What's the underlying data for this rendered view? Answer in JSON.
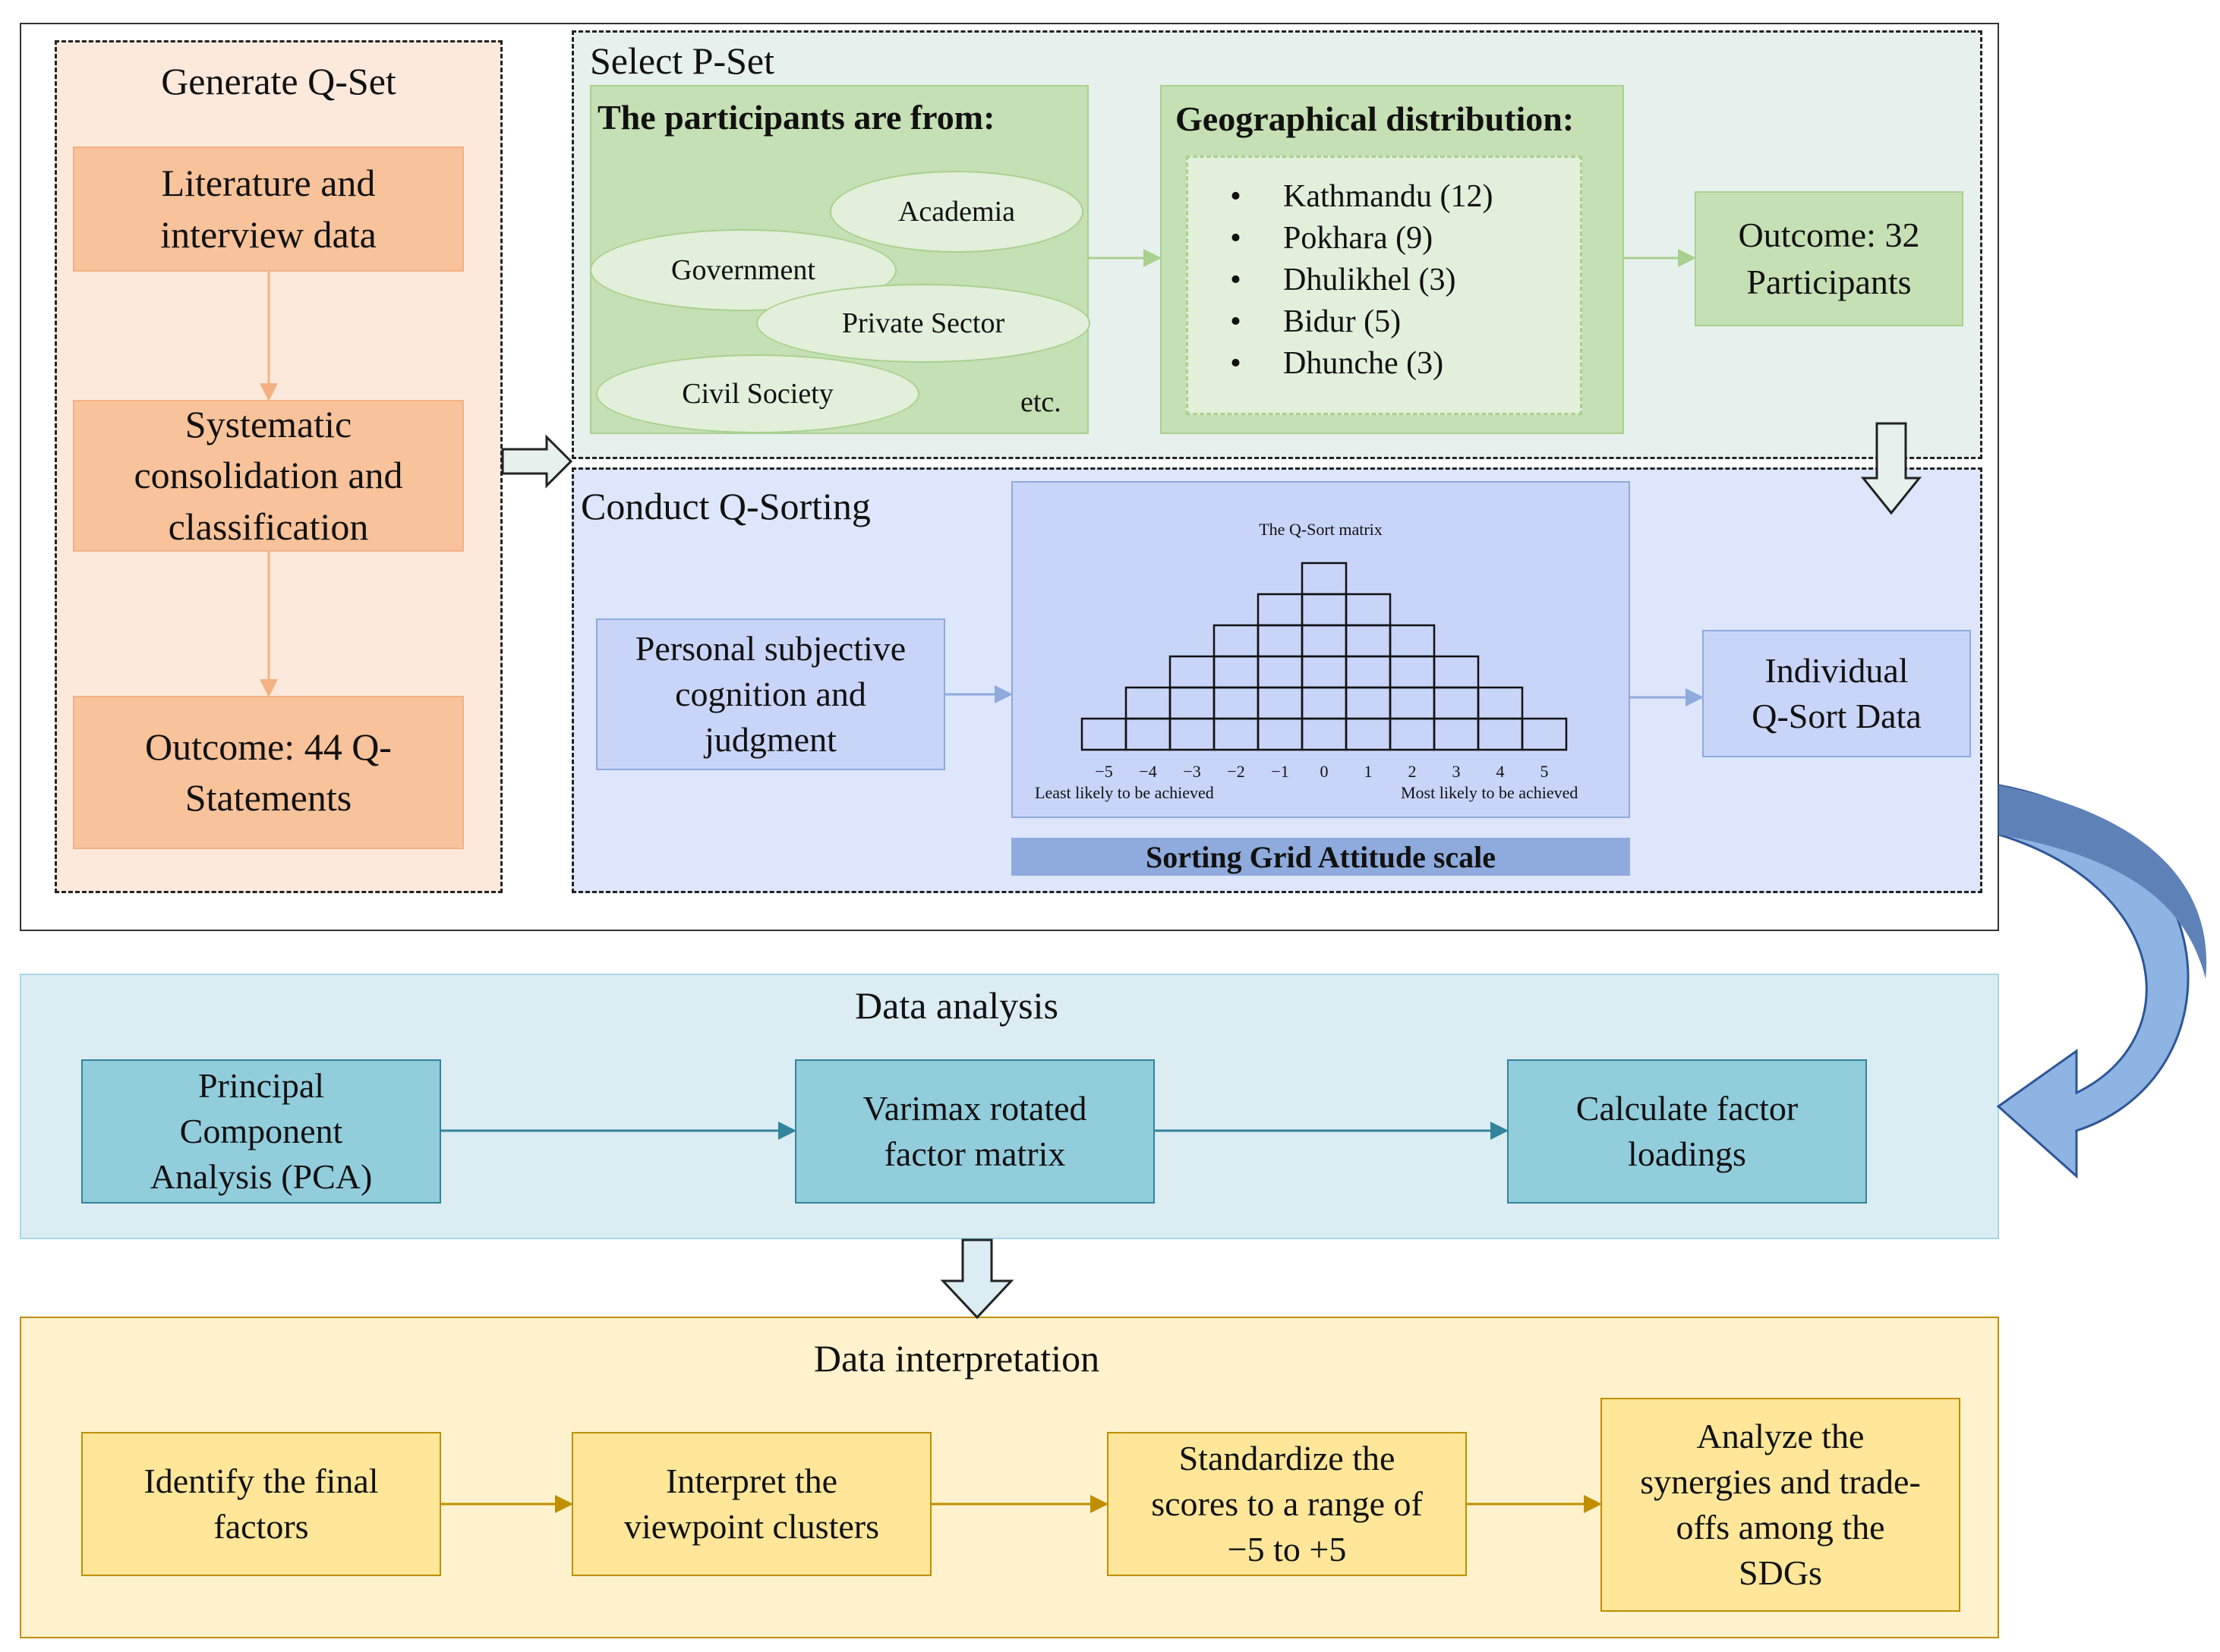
{
  "colors": {
    "qset_bg": "#fce9dc",
    "qset_box": "#f8c29a",
    "qset_border": "#f4b183",
    "qset_arrow": "#f4b183",
    "pset_bg": "#e6f1ee",
    "pset_box": "#c5e0b4",
    "pset_border": "#a9d08e",
    "pset_inner": "#e2efda",
    "sort_bg": "#dde6fb",
    "sort_box": "#c8d5f8",
    "sort_border": "#8faadc",
    "sort_bar": "#8faadc",
    "analysis_bg": "#dbedf3",
    "analysis_box": "#92cddc",
    "analysis_border": "#31849b",
    "interp_bg": "#fff2cc",
    "interp_box": "#ffe699",
    "interp_border": "#bf8f00",
    "curve_dark": "#5e82b8",
    "curve_light": "#8db4e2"
  },
  "qset": {
    "title": "Generate Q-Set",
    "step1": "Literature and\ninterview data",
    "step2": "Systematic\nconsolidation and\nclassification",
    "outcome": "Outcome: 44 Q-\nStatements"
  },
  "pset": {
    "title": "Select P-Set",
    "participants_heading": "The participants are from:",
    "sectors": [
      "Academia",
      "Government",
      "Private Sector",
      "Civil Society"
    ],
    "etc": "etc.",
    "geo_heading": "Geographical distribution:",
    "locations": [
      "Kathmandu (12)",
      "Pokhara (9)",
      "Dhulikhel (3)",
      "Bidur (5)",
      "Dhunche (3)"
    ],
    "bullet": "•",
    "outcome": "Outcome: 32\nParticipants"
  },
  "sorting": {
    "title": "Conduct Q-Sorting",
    "input": "Personal subjective\ncognition and\njudgment",
    "matrix_title": "The Q-Sort matrix",
    "scale": [
      "−5",
      "−4",
      "−3",
      "−2",
      "−1",
      "0",
      "1",
      "2",
      "3",
      "4",
      "5"
    ],
    "column_heights": [
      1,
      2,
      3,
      4,
      5,
      6,
      5,
      4,
      3,
      2,
      1
    ],
    "least_label": "Least likely to be achieved",
    "most_label": "Most likely to be achieved",
    "bar_label": "Sorting Grid Attitude scale",
    "output": "Individual\nQ-Sort Data"
  },
  "analysis": {
    "title": "Data analysis",
    "steps": [
      "Principal\nComponent\nAnalysis (PCA)",
      "Varimax rotated\nfactor matrix",
      "Calculate factor\nloadings"
    ]
  },
  "interpretation": {
    "title": "Data interpretation",
    "steps": [
      "Identify the final\nfactors",
      "Interpret the\nviewpoint clusters",
      "Standardize the\nscores to a range of\n−5 to +5",
      "Analyze the\nsynergies and trade-\noffs among the\nSDGs"
    ]
  }
}
